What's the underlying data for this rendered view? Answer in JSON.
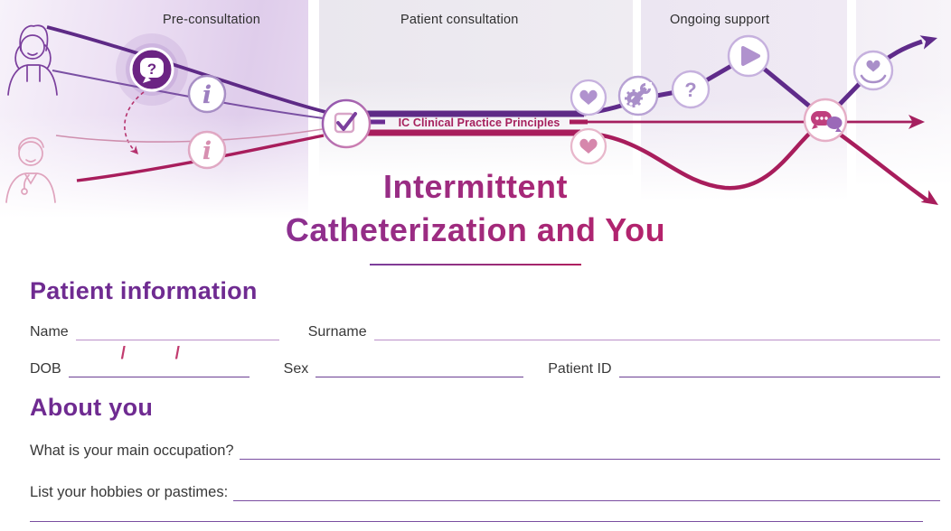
{
  "journey": {
    "stage_labels": [
      "Pre-consultation",
      "Patient consultation",
      "Ongoing support"
    ],
    "band_label": "IC Clinical Practice Principles",
    "glyphs": {
      "question": "?",
      "info": "i"
    },
    "icons": [
      "patient-figure",
      "clinician-figure",
      "question-bubble",
      "info-patient",
      "info-clinician",
      "checklist",
      "heart-patient",
      "heart-clinician",
      "tools",
      "question",
      "play-video",
      "chat-bubbles",
      "hand-heart",
      "arrow-right-top",
      "arrow-right-middle",
      "arrow-right-bottom"
    ]
  },
  "title": {
    "line1": "Intermittent",
    "line2": "Catheterization and You"
  },
  "patient_information": {
    "heading": "Patient information",
    "fields": {
      "name": "Name",
      "surname": "Surname",
      "dob": "DOB",
      "sex": "Sex",
      "patient_id": "Patient ID"
    },
    "dob_separator": "/"
  },
  "about_you": {
    "heading": "About you",
    "occupation_label": "What is your main occupation?",
    "hobbies_label": "List your hobbies or pastimes:"
  },
  "colors": {
    "deep_purple": "#5e2a86",
    "magenta": "#a81d5c",
    "crimson_arrow": "#a81d5c",
    "heading_purple": "#6f2b91",
    "light_purple_icon": "#a98fc9",
    "pink_icon": "#d687ac",
    "band_text": "#a6215e",
    "body_text": "#383838"
  }
}
